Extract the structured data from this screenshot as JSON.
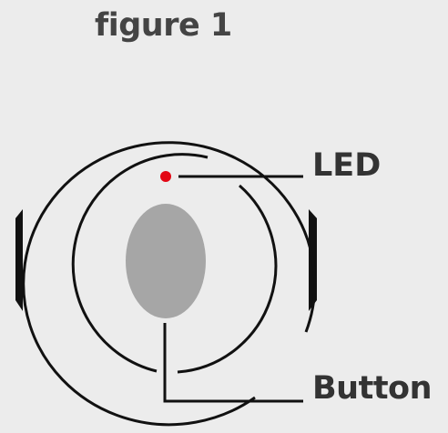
{
  "figure": {
    "title": "figure 1",
    "labels": {
      "led": "LED",
      "button": "Button"
    }
  },
  "colors": {
    "background": "#ececec",
    "outline": "#111111",
    "led": "#e30613",
    "button": "#a6a6a6",
    "title_text": "#444444",
    "label_text": "#333333"
  }
}
